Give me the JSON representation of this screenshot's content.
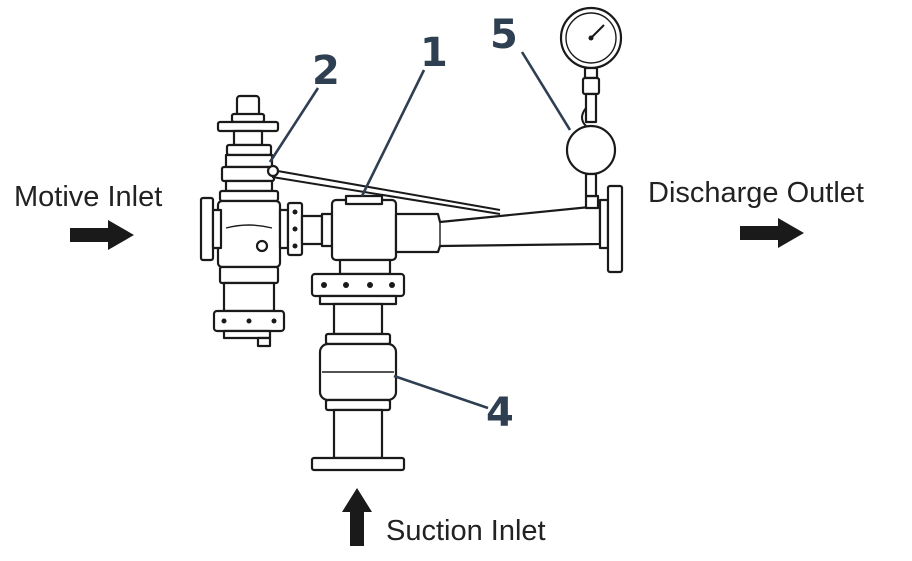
{
  "labels": {
    "motive_inlet": "Motive Inlet",
    "discharge_outlet": "Discharge Outlet",
    "suction_inlet": "Suction Inlet"
  },
  "callouts": {
    "c1": "1",
    "c2": "2",
    "c4": "4",
    "c5": "5"
  },
  "colors": {
    "callout": "#2e3f52",
    "line": "#1a1a1a",
    "arrow": "#1a1a1a"
  },
  "icons": {
    "motive_arrow": "arrow-right-icon",
    "discharge_arrow": "arrow-right-icon",
    "suction_arrow": "arrow-up-icon"
  }
}
